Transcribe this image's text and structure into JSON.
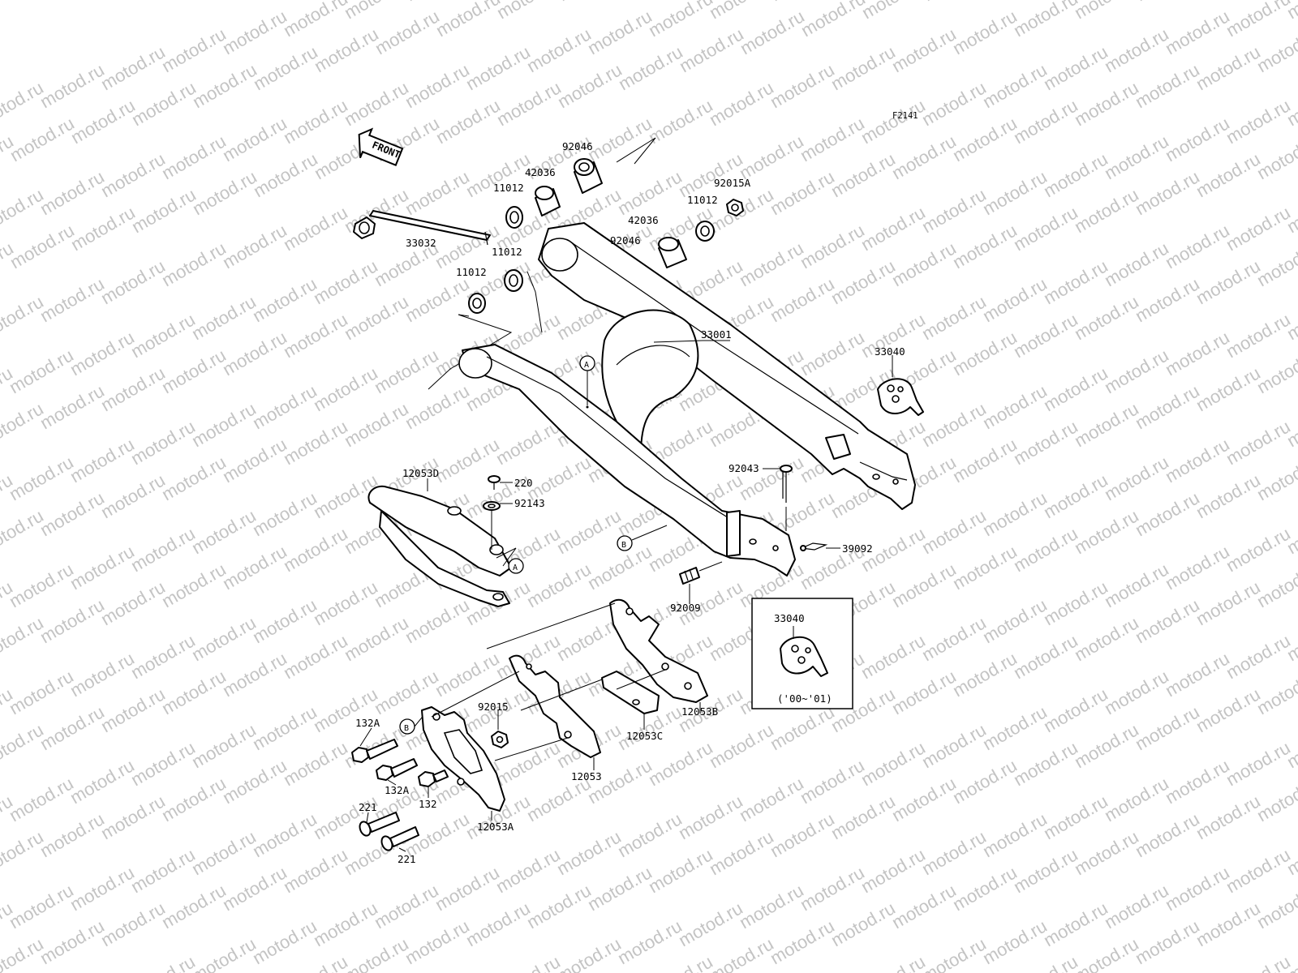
{
  "watermark": {
    "text": "motod.ru",
    "color": "#c4c4c4"
  },
  "figure_code": "F2141",
  "front_label": "FRONT",
  "callouts": {
    "A": "A",
    "B": "B"
  },
  "inset": {
    "part_label": "33040",
    "years": "('00~'01)"
  },
  "parts": {
    "p92046_top": "92046",
    "p42036_top": "42036",
    "p11012_top": "11012",
    "p92015A": "92015A",
    "p11012_r": "11012",
    "p42036_r": "42036",
    "p92046_r": "92046",
    "p33032": "33032",
    "p11012_m": "11012",
    "p11012_l": "11012",
    "p33001": "33001",
    "p33040": "33040",
    "p12053D": "12053D",
    "p220": "220",
    "p92143": "92143",
    "p92043": "92043",
    "p39092": "39092",
    "p92009": "92009",
    "p12053B": "12053B",
    "p12053C": "12053C",
    "p92015": "92015",
    "p12053": "12053",
    "p12053A": "12053A",
    "p132A_1": "132A",
    "p132A_2": "132A",
    "p132": "132",
    "p221_1": "221",
    "p221_2": "221"
  }
}
